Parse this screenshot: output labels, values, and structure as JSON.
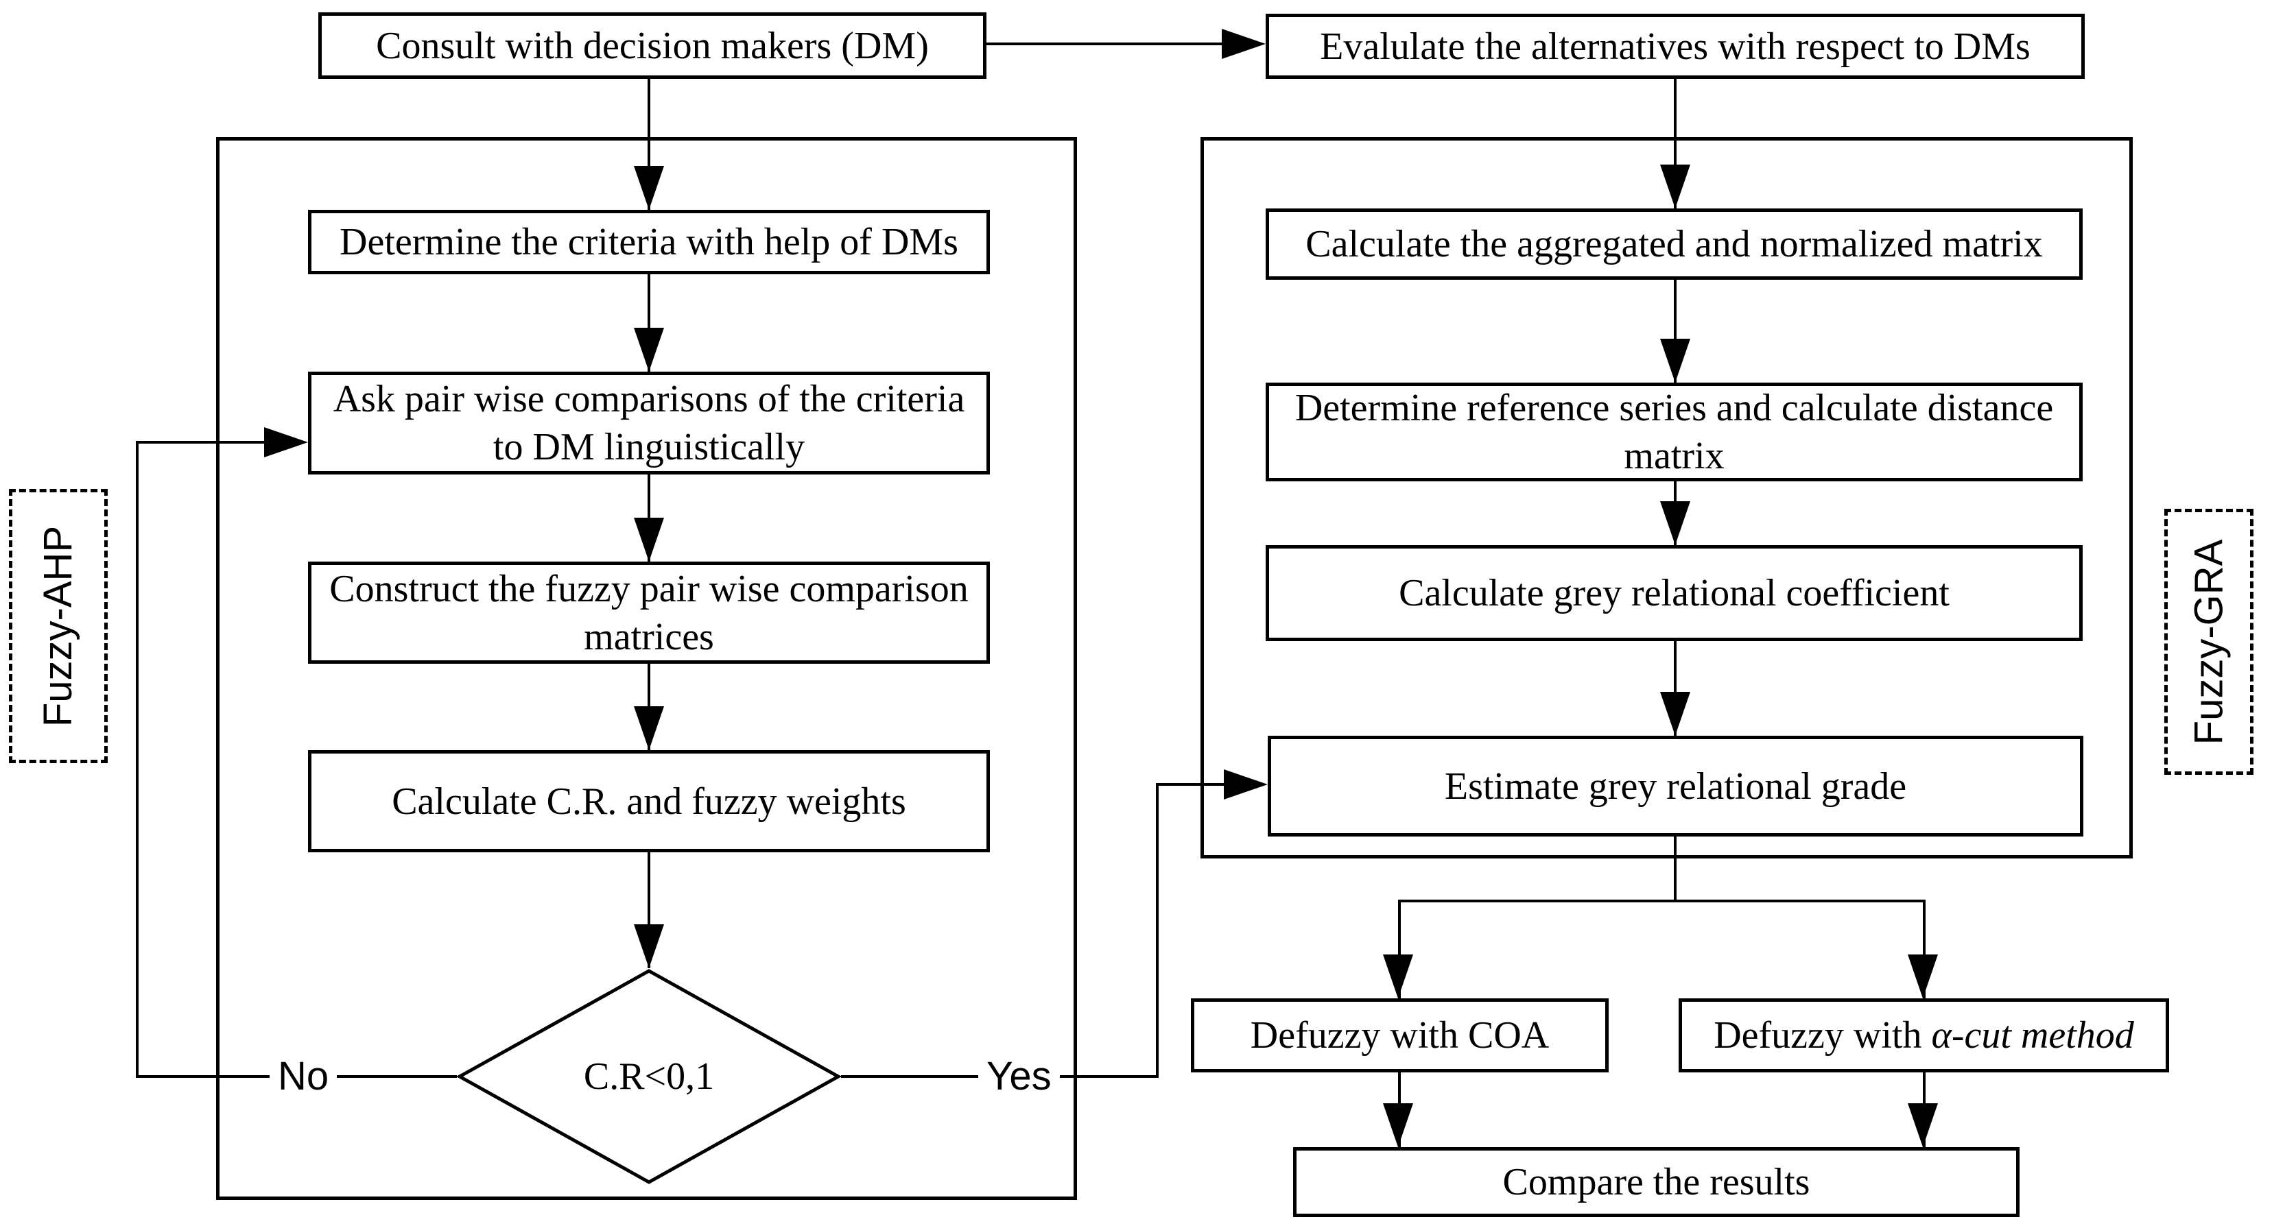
{
  "top": {
    "consult": "Consult with decision makers (DM)",
    "evaluate": "Evalulate the alternatives with respect to DMs"
  },
  "fuzzy_ahp": {
    "label": "Fuzzy-AHP",
    "steps": {
      "determine_criteria": "Determine the criteria with help of DMs",
      "ask_pairwise": "Ask pair wise comparisons of the criteria to DM linguistically",
      "construct_matrices": "Construct the fuzzy pair wise comparison matrices",
      "calculate_cr": "Calculate C.R. and fuzzy weights"
    },
    "decision": {
      "condition": "C.R<0,1",
      "no_label": "No",
      "yes_label": "Yes"
    }
  },
  "fuzzy_gra": {
    "label": "Fuzzy-GRA",
    "steps": {
      "aggregated": "Calculate the aggregated and normalized matrix",
      "reference": "Determine reference series and calculate distance matrix",
      "coefficient": "Calculate grey relational coefficient",
      "grade": "Estimate grey relational grade"
    }
  },
  "bottom": {
    "defuzzy_coa": "Defuzzy with COA",
    "defuzzy_acut_prefix": "Defuzzy with ",
    "defuzzy_acut_italic": "α-cut method",
    "compare": "Compare the results"
  },
  "colors": {
    "line": "#000000",
    "background": "#ffffff"
  }
}
